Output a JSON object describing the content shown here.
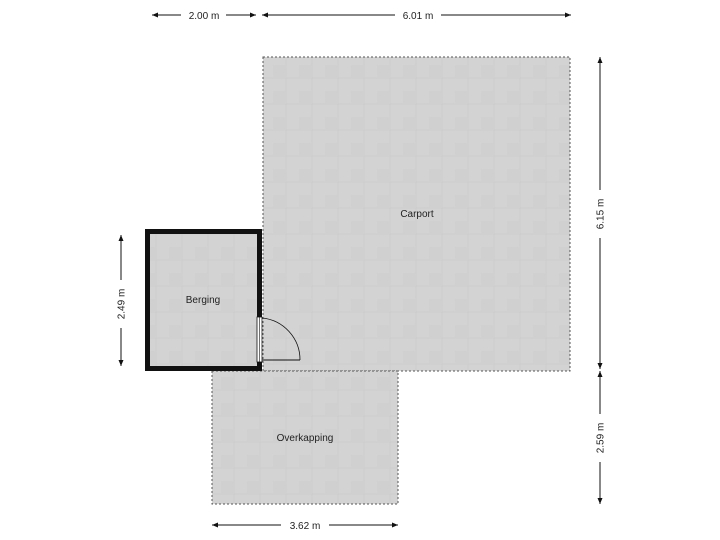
{
  "rooms": {
    "carport": "Carport",
    "berging": "Berging",
    "overkapping": "Overkapping"
  },
  "dimensions": {
    "top_left": "2.00 m",
    "top_right": "6.01 m",
    "right_upper": "6.15 m",
    "right_lower": "2.59 m",
    "left": "2.49 m",
    "bottom": "3.62 m"
  },
  "colors": {
    "floor": "#cfcfcf",
    "tile": "#d6d6d6",
    "wall": "#111111",
    "dash": "#555555"
  }
}
